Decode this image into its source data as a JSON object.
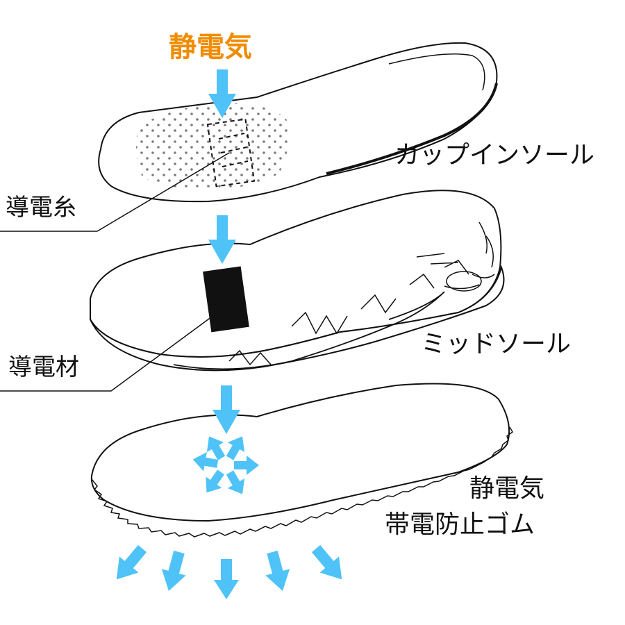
{
  "top_label": "静電気",
  "labels": {
    "cup_insole": "カップインソール",
    "conductive_thread": "導電糸",
    "midsole": "ミッドソール",
    "conductive_material": "導電材",
    "antistatic_rubber_line1": "静電気",
    "antistatic_rubber_line2": "帯電防止ゴム"
  },
  "colors": {
    "arrow": "#4fc3f7",
    "title": "#f08c00",
    "outline": "#111111"
  }
}
